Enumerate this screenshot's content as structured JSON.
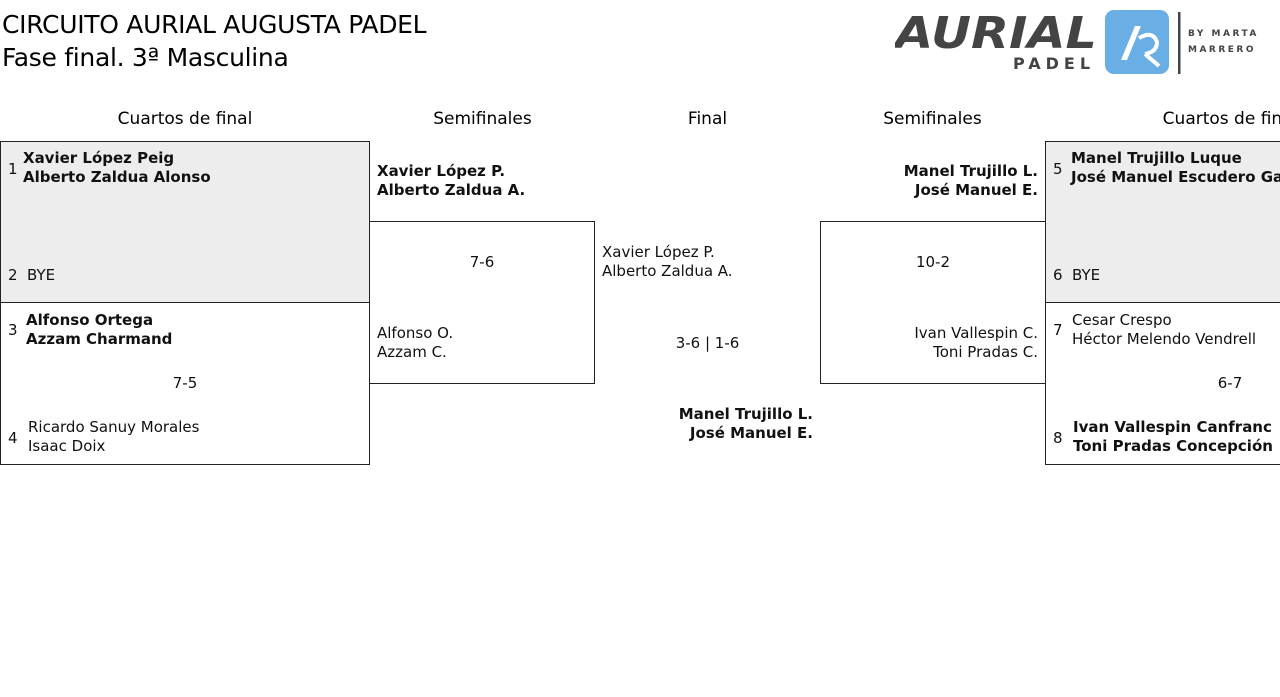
{
  "header": {
    "title": "CIRCUITO AURIAL AUGUSTA PADEL",
    "subtitle": "Fase final. 3ª Masculina"
  },
  "logo": {
    "wordmark": "AURIAL",
    "sub": "PADEL",
    "by": "BY MARTA",
    "name": "MARRERO",
    "accent": "#6aaee6",
    "text_color": "#444444"
  },
  "columns": {
    "left_quarter": "Cuartos de final",
    "left_semi": "Semifinales",
    "final": "Final",
    "right_semi": "Semifinales",
    "right_quarter": "Cuartos de final"
  },
  "left_quarters": [
    {
      "seed_top": "1",
      "top_p1": "Xavier López Peig",
      "top_p2": "Alberto Zaldua Alonso",
      "score": "",
      "seed_bottom": "2",
      "bottom_p1": "BYE",
      "bottom_p2": ""
    },
    {
      "seed_top": "3",
      "top_p1": "Alfonso Ortega",
      "top_p2": "Azzam Charmand",
      "score": "7-5",
      "seed_bottom": "4",
      "bottom_p1": "Ricardo Sanuy Morales",
      "bottom_p2": "Isaac Doix"
    }
  ],
  "left_semi": {
    "top_p1": "Xavier López P.",
    "top_p2": "Alberto Zaldua A.",
    "score": "7-6",
    "bottom_p1": "Alfonso O.",
    "bottom_p2": "Azzam C."
  },
  "final": {
    "top_p1": "Xavier López P.",
    "top_p2": "Alberto Zaldua A.",
    "score": "3-6 | 1-6",
    "bottom_p1": "Manel Trujillo L.",
    "bottom_p2": "José Manuel E."
  },
  "right_semi": {
    "top_p1": "Manel Trujillo L.",
    "top_p2": "José Manuel E.",
    "score": "10-2",
    "bottom_p1": "Ivan Vallespin C.",
    "bottom_p2": "Toni Pradas C."
  },
  "right_quarters": [
    {
      "seed_top": "5",
      "top_p1": "Manel Trujillo Luque",
      "top_p2": "José Manuel Escudero Garcia",
      "score": "",
      "seed_bottom": "6",
      "bottom_p1": "BYE",
      "bottom_p2": ""
    },
    {
      "seed_top": "7",
      "top_p1": "Cesar Crespo",
      "top_p2": "Héctor Melendo Vendrell",
      "score": "6-7",
      "seed_bottom": "8",
      "bottom_p1": "Ivan Vallespin Canfranc",
      "bottom_p2": "Toni Pradas Concepción"
    }
  ]
}
